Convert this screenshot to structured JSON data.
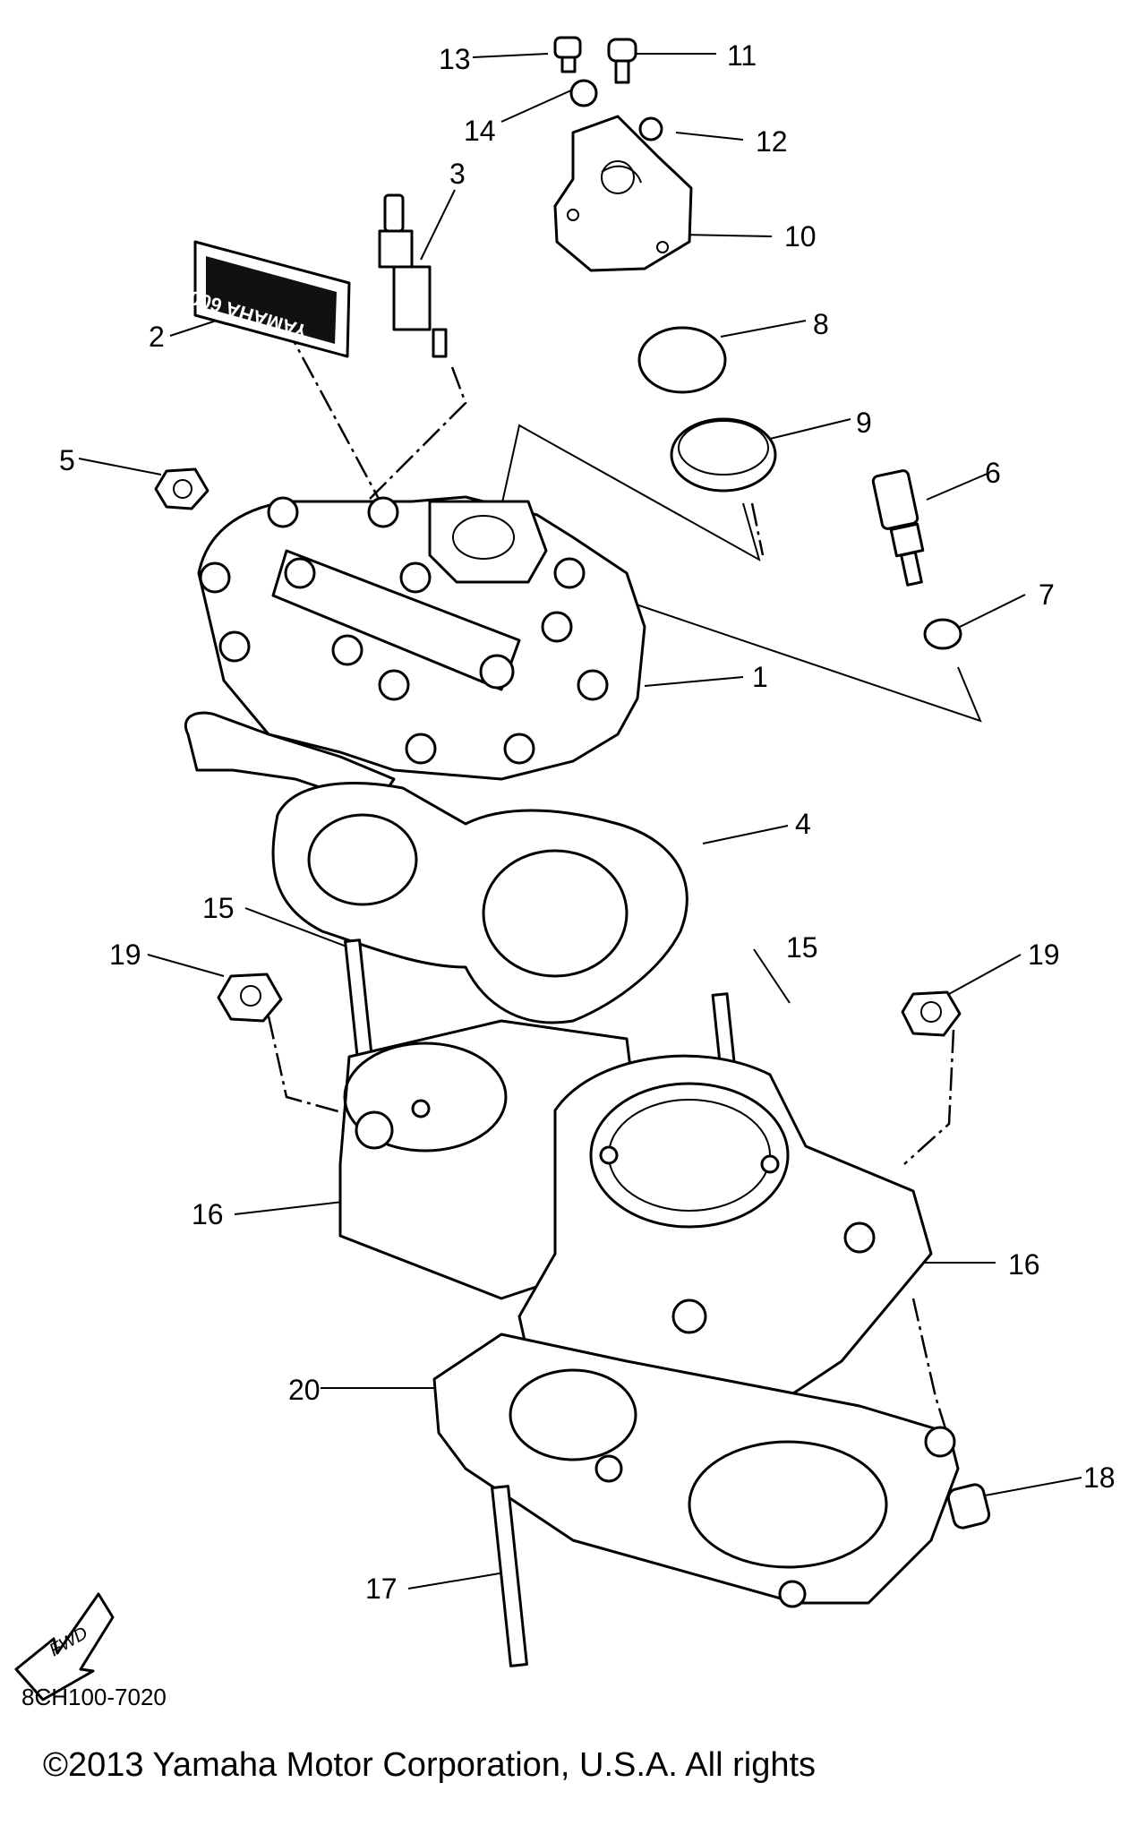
{
  "diagram": {
    "drawing_code": "8CH100-7020",
    "copyright": "©2013 Yamaha Motor Corporation, U.S.A. All rights",
    "fwd_label": "FWD",
    "decal_text": "YAMAHA 600",
    "callouts": [
      {
        "id": "c13",
        "label": "13"
      },
      {
        "id": "c11",
        "label": "11"
      },
      {
        "id": "c14",
        "label": "14"
      },
      {
        "id": "c12",
        "label": "12"
      },
      {
        "id": "c3",
        "label": "3"
      },
      {
        "id": "c10",
        "label": "10"
      },
      {
        "id": "c2",
        "label": "2"
      },
      {
        "id": "c8",
        "label": "8"
      },
      {
        "id": "c9",
        "label": "9"
      },
      {
        "id": "c5",
        "label": "5"
      },
      {
        "id": "c6",
        "label": "6"
      },
      {
        "id": "c7",
        "label": "7"
      },
      {
        "id": "c1",
        "label": "1"
      },
      {
        "id": "c4",
        "label": "4"
      },
      {
        "id": "c15a",
        "label": "15"
      },
      {
        "id": "c15b",
        "label": "15"
      },
      {
        "id": "c19a",
        "label": "19"
      },
      {
        "id": "c19b",
        "label": "19"
      },
      {
        "id": "c16a",
        "label": "16"
      },
      {
        "id": "c16b",
        "label": "16"
      },
      {
        "id": "c20",
        "label": "20"
      },
      {
        "id": "c18",
        "label": "18"
      },
      {
        "id": "c17",
        "label": "17"
      }
    ]
  }
}
